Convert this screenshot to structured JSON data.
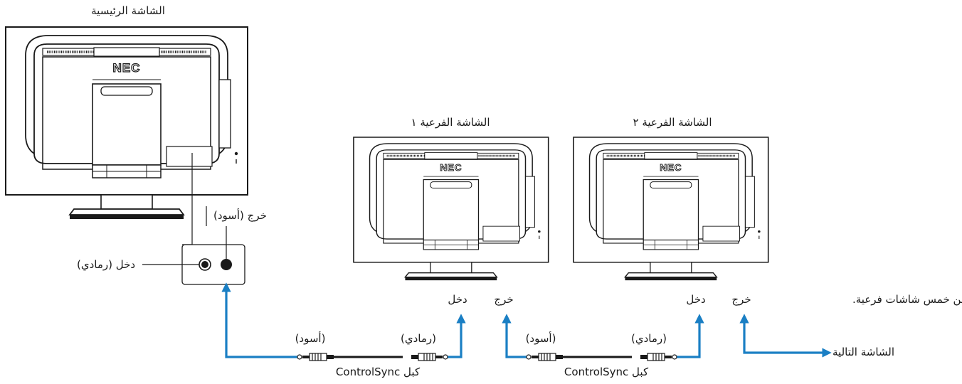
{
  "labels": {
    "main_monitor": "الشاشة الرئيسية",
    "sub_monitor_1": "الشاشة الفرعية ١",
    "sub_monitor_2": "الشاشة الفرعية ٢",
    "out_black": "خرج (أسود)",
    "in_gray": "دخل (رمادي)",
    "in": "دخل",
    "out": "خرج",
    "black": "(أسود)",
    "gray": "(رمادي)",
    "cable": "كبل ControlSync",
    "next_monitor": "الشاشة التالية",
    "note": "أكثر من خمس شاشات فرعية."
  },
  "brand": "NEC",
  "colors": {
    "arrow": "#1a7fc4",
    "lines": "#1a1a1a",
    "text": "#1a1a1a"
  }
}
